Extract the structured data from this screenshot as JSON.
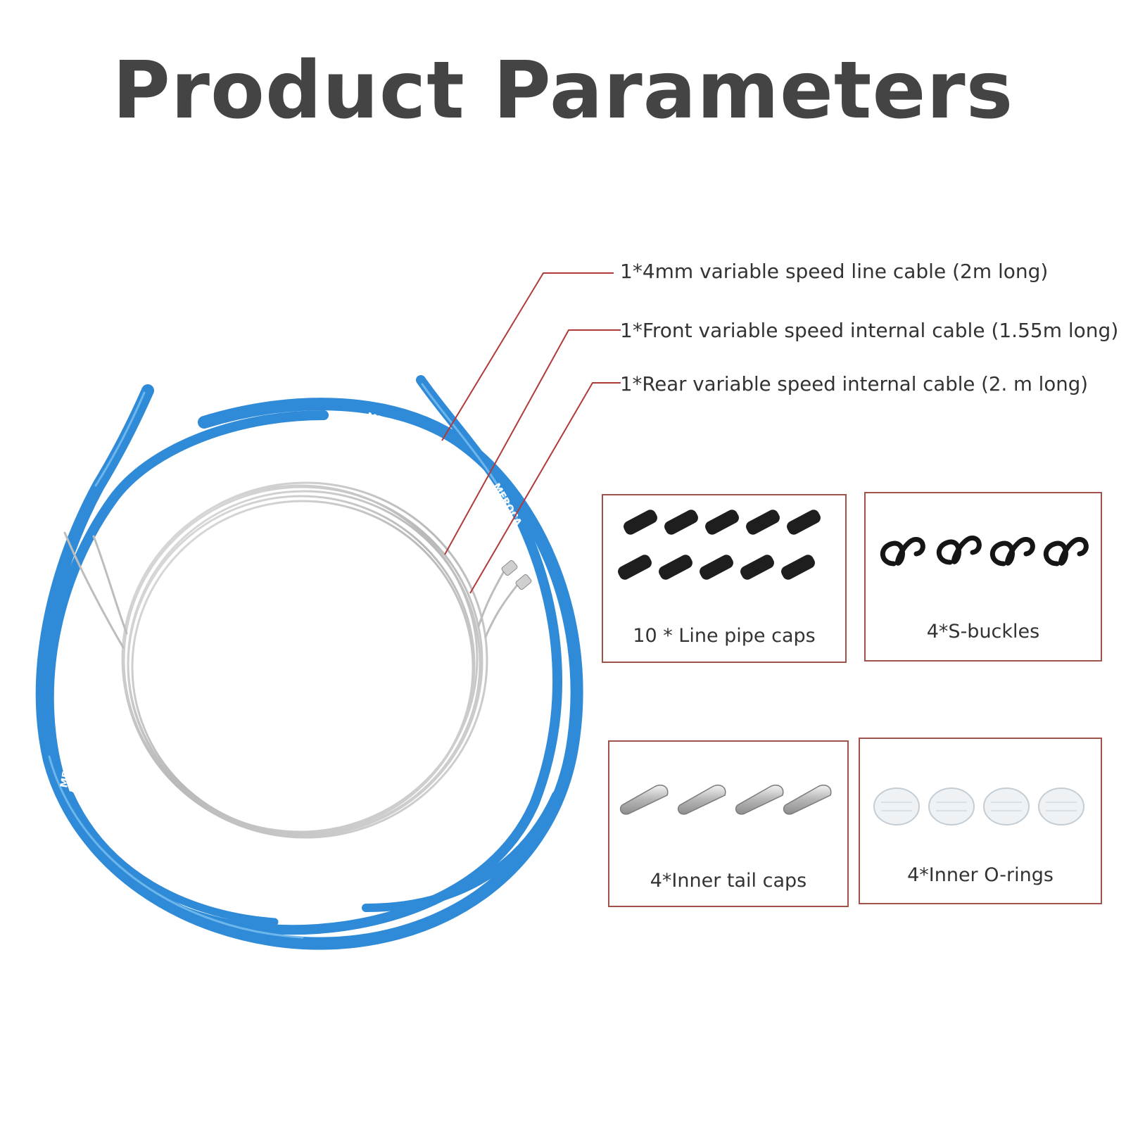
{
  "page": {
    "title": "Product Parameters"
  },
  "callouts": [
    {
      "label": "1*4mm variable speed line cable (2m long)"
    },
    {
      "label": "1*Front variable speed internal cable (1.55m long)"
    },
    {
      "label": "1*Rear variable speed internal cable (2. m long)"
    }
  ],
  "items": [
    {
      "label": "10 * Line pipe caps",
      "count": 10,
      "icon": "pipe-cap-icon"
    },
    {
      "label": "4*S-buckles",
      "count": 4,
      "icon": "s-buckle-icon"
    },
    {
      "label": "4*Inner tail caps",
      "count": 4,
      "icon": "tail-cap-icon"
    },
    {
      "label": "4*Inner O-rings",
      "count": 4,
      "icon": "o-ring-icon"
    }
  ],
  "cable_print_text": "MEROCA",
  "colors": {
    "title": "#444444",
    "text": "#333333",
    "leader_line": "#b03a3a",
    "box_border": "#a0534b",
    "housing_blue": "#2f8bd8",
    "inner_cable_silver": "#c8c8c8"
  }
}
